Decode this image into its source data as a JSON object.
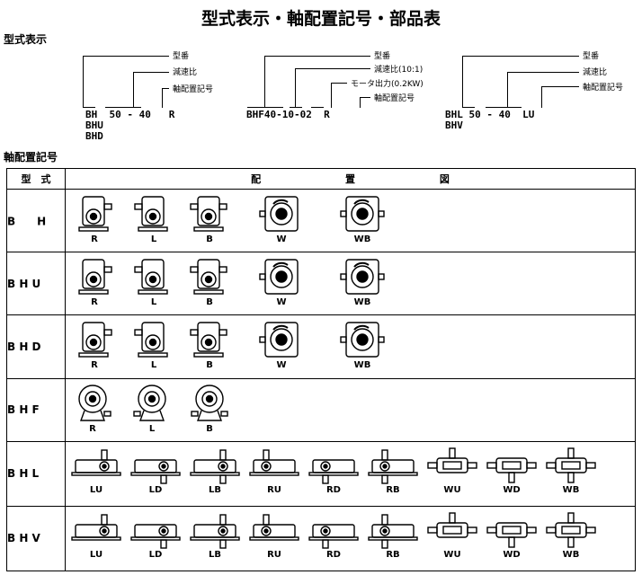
{
  "title": "型式表示・軸配置記号・部品表",
  "sections": {
    "model": "型式表示",
    "arrangement": "軸配置記号"
  },
  "model_blocks": {
    "bh": {
      "code": "BH  50 - 40   R",
      "variants": [
        "BHU",
        "BHD"
      ],
      "labels": [
        "型番",
        "減速比",
        "軸配置記号"
      ]
    },
    "bhf": {
      "code": "BHF40-10-02  R",
      "labels": [
        "型番",
        "減速比(10:1)",
        "モータ出力(0.2KW)",
        "軸配置記号"
      ]
    },
    "bhl": {
      "code": "BHL 50 - 40  LU",
      "variants": [
        "BHV"
      ],
      "labels": [
        "型番",
        "減速比",
        "軸配置記号"
      ]
    }
  },
  "table": {
    "header_type": "型　式",
    "header_fig": [
      "配",
      "置",
      "図"
    ],
    "rows": [
      {
        "type": "B　　H",
        "kind": "gear",
        "items": [
          "R",
          "L",
          "B",
          "W",
          "WB"
        ]
      },
      {
        "type": "B H U",
        "kind": "gear",
        "items": [
          "R",
          "L",
          "B",
          "W",
          "WB"
        ]
      },
      {
        "type": "B H D",
        "kind": "gear",
        "items": [
          "R",
          "L",
          "B",
          "W",
          "WB"
        ]
      },
      {
        "type": "B H F",
        "kind": "flange",
        "items": [
          "R",
          "L",
          "B"
        ]
      },
      {
        "type": "B H L",
        "kind": "flat",
        "items": [
          "LU",
          "LD",
          "LB",
          "RU",
          "RD",
          "RB",
          "WU",
          "WD",
          "WB"
        ]
      },
      {
        "type": "B H V",
        "kind": "flat",
        "items": [
          "LU",
          "LD",
          "LB",
          "RU",
          "RD",
          "RB",
          "WU",
          "WD",
          "WB"
        ]
      }
    ]
  }
}
